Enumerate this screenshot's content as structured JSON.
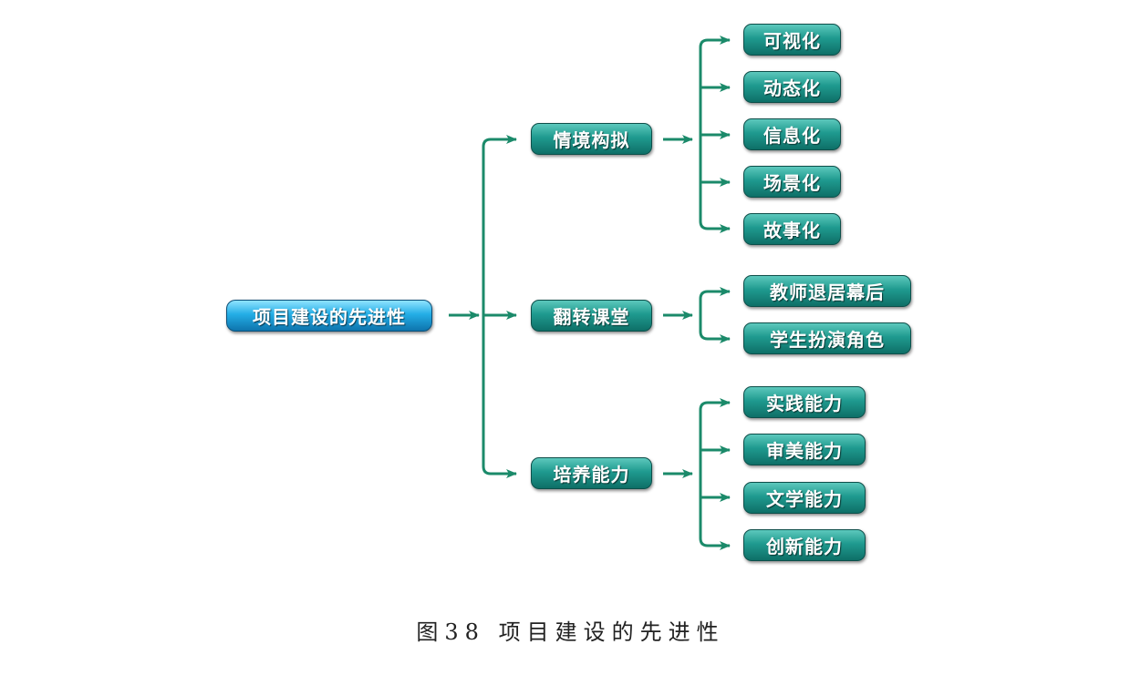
{
  "root": "项目建设的先进性",
  "branches": [
    {
      "label": "情境构拟",
      "children": [
        "可视化",
        "动态化",
        "信息化",
        "场景化",
        "故事化"
      ]
    },
    {
      "label": "翻转课堂",
      "children": [
        "教师退居幕后",
        "学生扮演角色"
      ]
    },
    {
      "label": "培养能力",
      "children": [
        "实践能力",
        "审美能力",
        "文学能力",
        "创新能力"
      ]
    }
  ],
  "caption": "图38 项目建设的先进性",
  "colors": {
    "connector": "#1b8a6a",
    "node_fill": "#1f9a8f",
    "root_fill": "#24aee6",
    "text": "#ffffff"
  }
}
